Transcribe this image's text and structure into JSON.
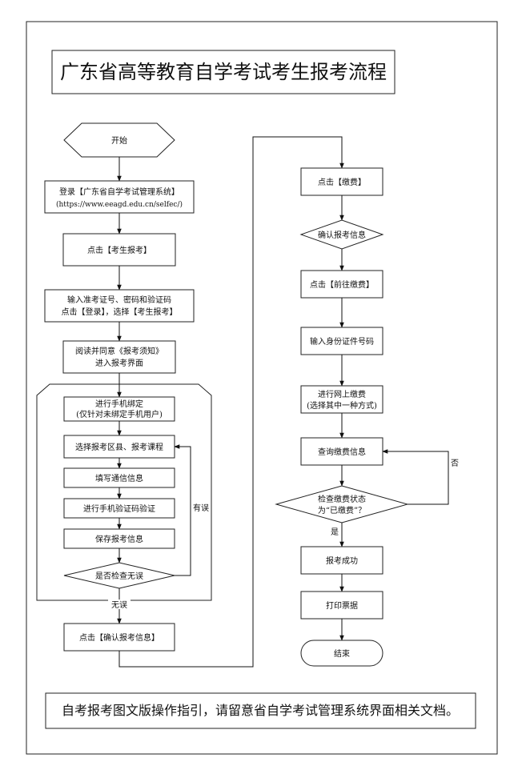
{
  "title": "广东省高等教育自学考试考生报考流程",
  "footer": "自考报考图文版操作指引，请留意省自学考试管理系统界面相关文档。",
  "left": {
    "start": "开始",
    "login_line1": "登录【广东省自学考试管理系统】",
    "login_line2": "(https://www.eeagd.edu.cn/selfec/)",
    "click_register": "点击【考生报考】",
    "input_line1": "输入准考证号、密码和验证码",
    "input_line2": "点击【登录】，选择【考生报考】",
    "read_line1": "阅读并同意《报考须知》",
    "read_line2": "进入报考界面",
    "bind_line1": "进行手机绑定",
    "bind_line2": "(仅针对未绑定手机用户)",
    "select_courses": "选择报考区县、报考课程",
    "fill_contact": "填写通信信息",
    "phone_verify": "进行手机验证码验证",
    "save_info": "保存报考信息",
    "check_decision": "是否检查无误",
    "label_has_error": "有误",
    "label_no_error": "无误",
    "confirm_info": "点击【确认报考信息】"
  },
  "right": {
    "click_pay": "点击【缴费】",
    "confirm_decision": "确认报考信息",
    "go_pay": "点击【前往缴费】",
    "input_id": "输入身份证件号码",
    "online_line1": "进行网上缴费",
    "online_line2": "(选择其中一种方式)",
    "query_pay": "查询缴费信息",
    "status_line1": "检查缴费状态",
    "status_line2": "为“已缴费”？",
    "label_yes": "是",
    "label_no": "否",
    "success": "报考成功",
    "print": "打印票据",
    "end": "结束"
  }
}
